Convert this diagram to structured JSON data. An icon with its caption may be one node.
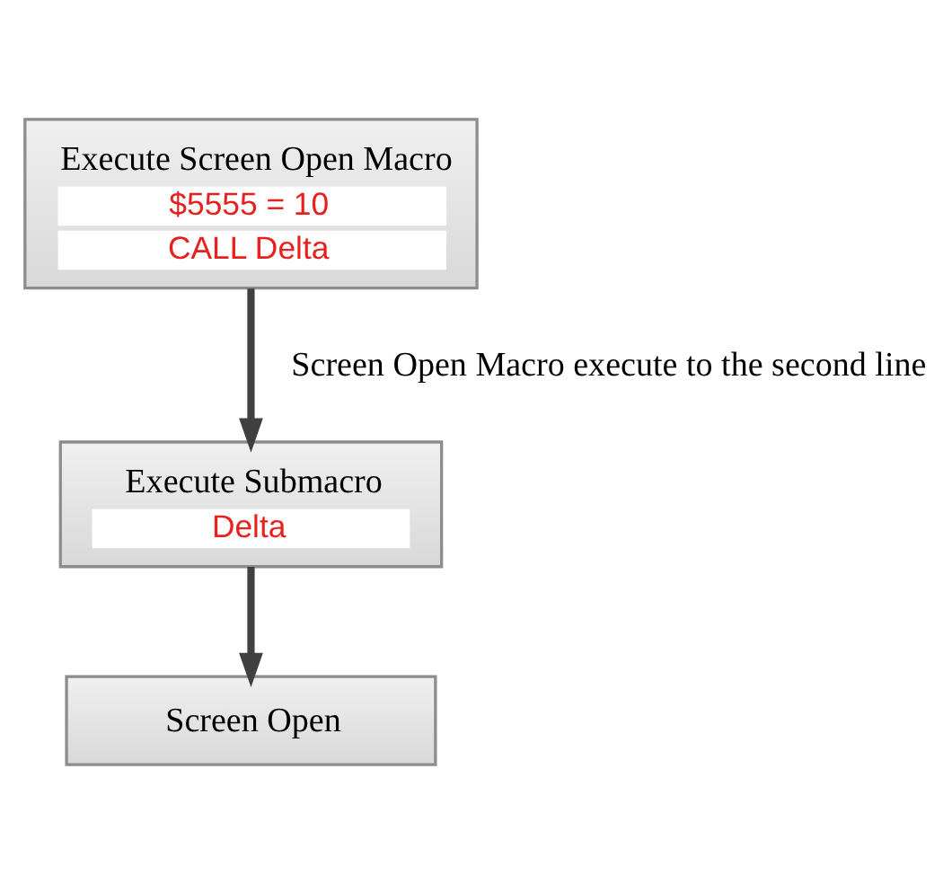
{
  "diagram": {
    "nodes": [
      {
        "text": [
          "Execute Screen Open Macro",
          "$5555 = 10",
          "CALL Delta"
        ]
      },
      {
        "text": [
          "Execute Submacro",
          "Delta"
        ]
      },
      {
        "text": [
          "Screen Open"
        ]
      }
    ],
    "edges": [
      {
        "from": 0,
        "to": 1,
        "arrow": "to",
        "label": "Screen Open Macro execute to the second line"
      },
      {
        "from": 1,
        "to": 2,
        "arrow": "to"
      }
    ]
  }
}
